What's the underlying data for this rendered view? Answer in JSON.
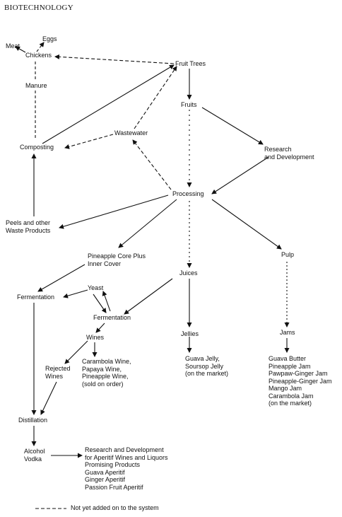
{
  "title": "BIOTECHNOLOGY",
  "nodes": {
    "meat": "Meat",
    "eggs": "Eggs",
    "chickens": "Chickens",
    "manure": "Manure",
    "fruit_trees": "Fruit Trees",
    "fruits": "Fruits",
    "composting": "Composting",
    "wastewater": "Wastewater",
    "research_dev": [
      "Research",
      "and Development"
    ],
    "processing": "Processing",
    "peels_waste": [
      "Peels and other",
      "Waste Products"
    ],
    "pineapple_core": [
      "Pineapple Core Plus",
      "Inner Cover"
    ],
    "juices": "Juices",
    "pulp": "Pulp",
    "fermentation_left": "Fermentation",
    "yeast": "Yeast",
    "fermentation_mid": "Fermentation",
    "wines": "Wines",
    "jellies": "Jellies",
    "jams": "Jams",
    "wine_products": [
      "Carambola Wine,",
      "Papaya Wine,",
      "Pineapple Wine,",
      "(sold on order)"
    ],
    "rejected_wines": [
      "Rejected",
      "Wines"
    ],
    "jelly_products": [
      "Guava Jelly,",
      "Soursop Jelly",
      "(on the market)"
    ],
    "jam_products": [
      "Guava Butter",
      "Pineapple Jam",
      "Pawpaw-Ginger Jam",
      "Pineapple-Ginger Jam",
      "Mango Jam",
      "Carambola Jam",
      "(on the market)"
    ],
    "distillation": "Distillation",
    "alcohol_vodka": [
      "Alcohol",
      "Vodka"
    ],
    "aperitif_rd": [
      "Research and Development",
      "for Aperitif Wines and Liquors",
      "Promising Products",
      "Guava Aperitif",
      "Ginger Aperitif",
      "Passion Fruit Aperitif"
    ]
  },
  "legend": {
    "dashed_label": "Not yet added on to the system"
  }
}
